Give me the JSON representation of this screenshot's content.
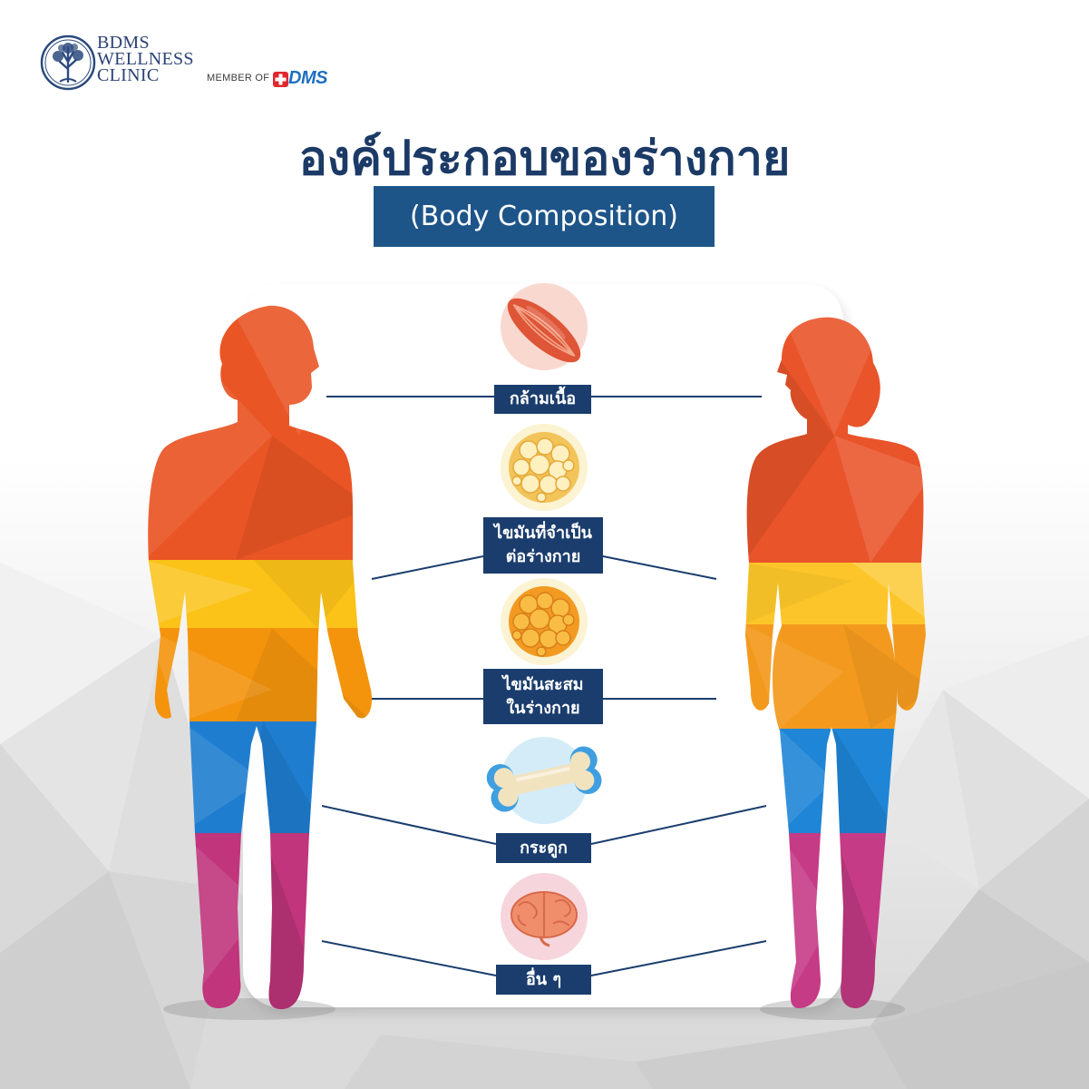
{
  "logo": {
    "line1": "BDMS",
    "line2": "WELLNESS",
    "line3": "CLINIC",
    "icon": "tree-icon"
  },
  "member": {
    "prefix": "MEMBER OF",
    "brand": "DMS",
    "icon": "red-cross-icon"
  },
  "title": "องค์ประกอบของร่างกาย",
  "subtitle": "(Body Composition)",
  "components": [
    {
      "lines": [
        "กล้ามเนื้อ"
      ],
      "icon": "muscle-icon"
    },
    {
      "lines": [
        "ไขมันที่จำเป็น",
        "ต่อร่างกาย"
      ],
      "icon": "essential-fat-icon"
    },
    {
      "lines": [
        "ไขมันสะสม",
        "ในร่างกาย"
      ],
      "icon": "storage-fat-icon"
    },
    {
      "lines": [
        "กระดูก"
      ],
      "icon": "bone-icon"
    },
    {
      "lines": [
        "อื่น ๆ"
      ],
      "icon": "brain-icon"
    }
  ],
  "figures": {
    "left": "male-silhouette",
    "right": "female-silhouette"
  },
  "colors": {
    "navy": "#1a3d6d",
    "subtitle_bg": "#1e5589",
    "male_bands": [
      "#ea5525",
      "#fbc218",
      "#f4940d",
      "#1f7dd0",
      "#c0357c"
    ],
    "female_bands": [
      "#e9542a",
      "#fcc62a",
      "#f39a1e",
      "#1f85d6",
      "#c63b86"
    ]
  }
}
